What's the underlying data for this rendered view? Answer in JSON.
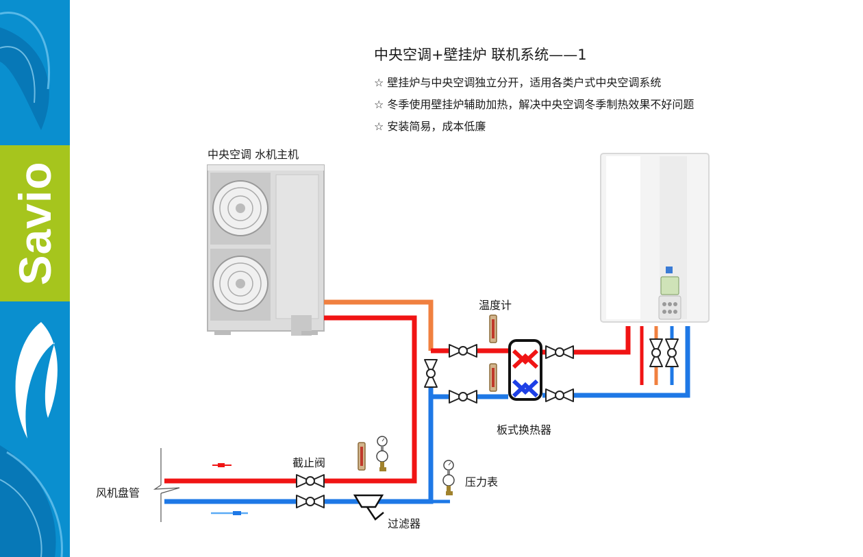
{
  "brand": {
    "logo_text": "Savio",
    "band_color": "#a6c51d",
    "sidebar_color": "#0a8fcf"
  },
  "title": "中央空调+壁挂炉 联机系统——1",
  "bullets": [
    "☆ 壁挂炉与中央空调独立分开，适用各类户式中央空调系统",
    "☆ 冬季使用壁挂炉辅助加热，解决中央空调冬季制热效果不好问题",
    "☆ 安装简易，成本低廉"
  ],
  "labels": {
    "chiller": "中央空调 水机主机",
    "thermometer": "温度计",
    "plate_exchanger": "板式换热器",
    "stop_valve": "截止阀",
    "pressure_gauge": "压力表",
    "fan_coil": "风机盘管",
    "filter": "过滤器"
  },
  "colors": {
    "hot_pipe": "#f01414",
    "cold_pipe": "#1e78e6",
    "warm_pipe": "#f08040"
  }
}
